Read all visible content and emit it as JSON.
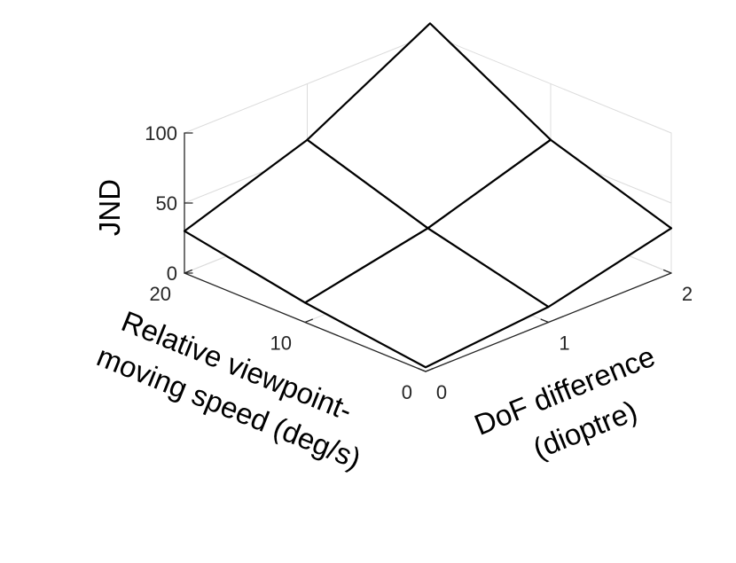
{
  "chart_data": {
    "type": "surface",
    "title": "",
    "xlabel": "DoF difference (dioptre)",
    "xlabel_lines": [
      "DoF difference",
      "(dioptre)"
    ],
    "ylabel": "Relative viewpoint-moving speed (deg/s)",
    "ylabel_lines": [
      "Relative viewpoint-",
      "moving speed (deg/s)"
    ],
    "zlabel": "JND",
    "x": [
      0,
      1,
      2
    ],
    "y": [
      0,
      10,
      20
    ],
    "z": [
      [
        3,
        11,
        32
      ],
      [
        14,
        32,
        60
      ],
      [
        30,
        60,
        108
      ]
    ],
    "z_note": "z[i][j] is JND at y[i] (speed) and x[j] (DoF difference)",
    "xlim": [
      0,
      2
    ],
    "ylim": [
      0,
      20
    ],
    "zlim": [
      0,
      100
    ],
    "xticks": [
      "0",
      "1",
      "2"
    ],
    "yticks": [
      "0",
      "10",
      "20"
    ],
    "zticks": [
      "0",
      "50",
      "100"
    ],
    "grid": true,
    "colors": {
      "mesh": "#000000",
      "grid": "#dcdcdc",
      "axis": "#262626",
      "face": "#ffffff"
    }
  }
}
